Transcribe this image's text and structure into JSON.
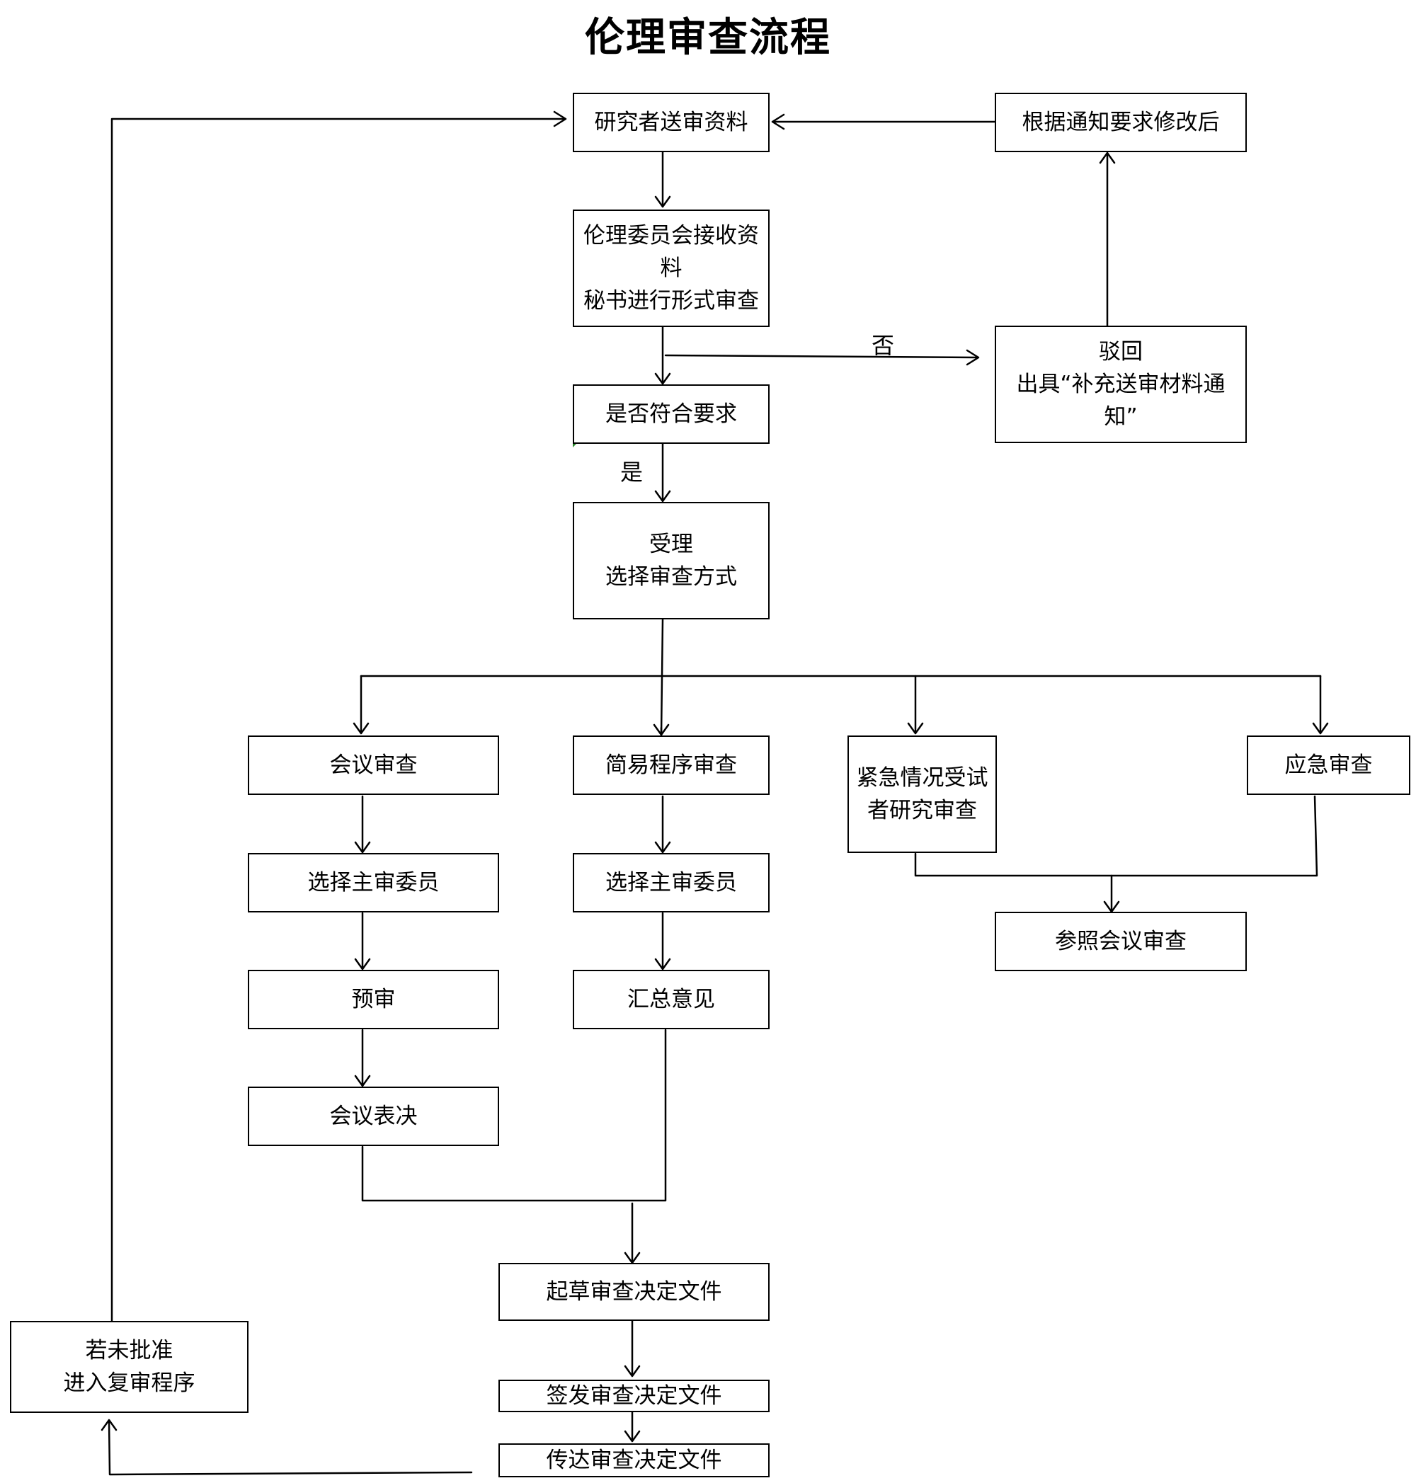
{
  "title": "伦理审查流程",
  "nodes": {
    "submit": "研究者送审资料",
    "revise": "根据通知要求修改后",
    "receive": "伦理委员会接收资\n料\n秘书进行形式审查",
    "reject": "驳回\n出具“补充送审材料通\n知”",
    "check": "是否符合要求",
    "accept": "受理\n选择审查方式",
    "meeting_review": "会议审查",
    "simple_review": "简易程序审查",
    "emergency_subject": "紧急情况受试\n者研究审查",
    "urgent_review": "应急审查",
    "select_member_1": "选择主审委员",
    "select_member_2": "选择主审委员",
    "refer_meeting": "参照会议审查",
    "pre_review": "预审",
    "summarize": "汇总意见",
    "vote": "会议表决",
    "draft": "起草审查决定文件",
    "re_review": "若未批准\n进入复审程序",
    "sign": "签发审查决定文件",
    "deliver": "传达审查决定文件"
  },
  "edge_labels": {
    "no": "否",
    "yes": "是"
  }
}
